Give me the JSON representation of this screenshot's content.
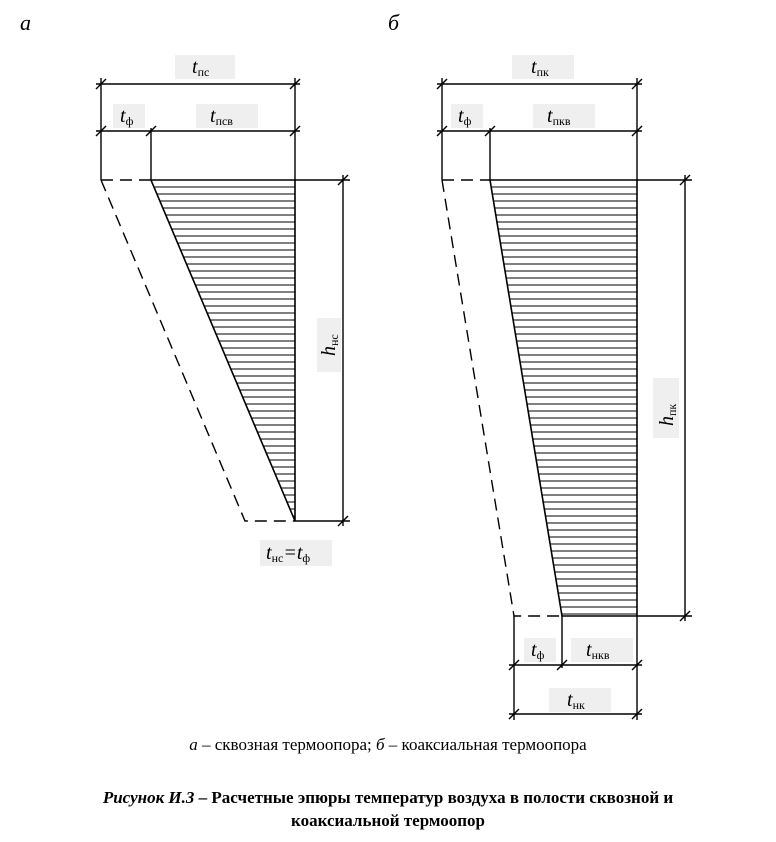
{
  "panels": {
    "a": {
      "letter": "а",
      "labels": {
        "t_top": {
          "main": "t",
          "sub": "пс"
        },
        "t_f": {
          "main": "t",
          "sub": "ф"
        },
        "t_psv": {
          "main": "t",
          "sub": "псв"
        },
        "h": {
          "main": "h",
          "sub": "нс"
        },
        "t_bottom": {
          "main": "t",
          "sub": "нс",
          "eq": "=",
          "main2": "t",
          "sub2": "ф"
        }
      }
    },
    "b": {
      "letter": "б",
      "labels": {
        "t_top": {
          "main": "t",
          "sub": "пк"
        },
        "t_f": {
          "main": "t",
          "sub": "ф"
        },
        "t_pkv": {
          "main": "t",
          "sub": "пкв"
        },
        "h": {
          "main": "h",
          "sub": "пк"
        },
        "t_f_bottom": {
          "main": "t",
          "sub": "ф"
        },
        "t_nkv": {
          "main": "t",
          "sub": "нкв"
        },
        "t_nk": {
          "main": "t",
          "sub": "нк"
        }
      }
    }
  },
  "caption": {
    "a_letter": "а",
    "a_text": " – сквозная термоопора; ",
    "b_letter": "б",
    "b_text": " – коаксиальная термоопора"
  },
  "figure_title": {
    "lead": "Рисунок И.3",
    "text_line1": " – Расчетные эпюры температур воздуха в полости сквозной и",
    "text_line2": "коаксиальной термоопор"
  }
}
